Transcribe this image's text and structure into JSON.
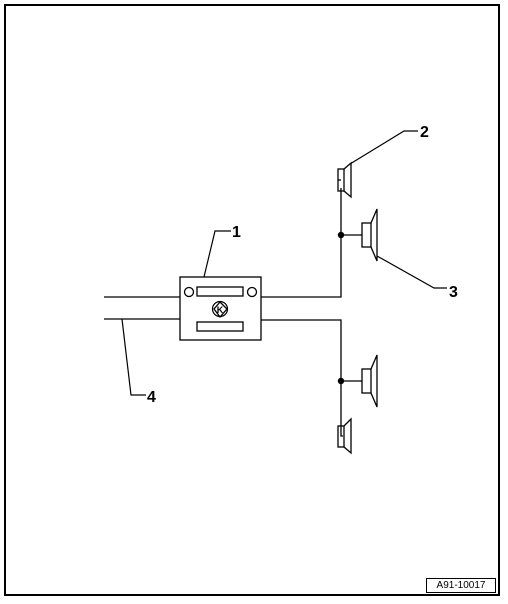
{
  "diagram": {
    "callouts": [
      {
        "id": "1",
        "label": "1"
      },
      {
        "id": "2",
        "label": "2"
      },
      {
        "id": "3",
        "label": "3"
      },
      {
        "id": "4",
        "label": "4"
      }
    ],
    "reference_code": "A91-10017",
    "radio_logo_letter": "K",
    "colors": {
      "line": "#000000",
      "background": "#ffffff"
    }
  }
}
